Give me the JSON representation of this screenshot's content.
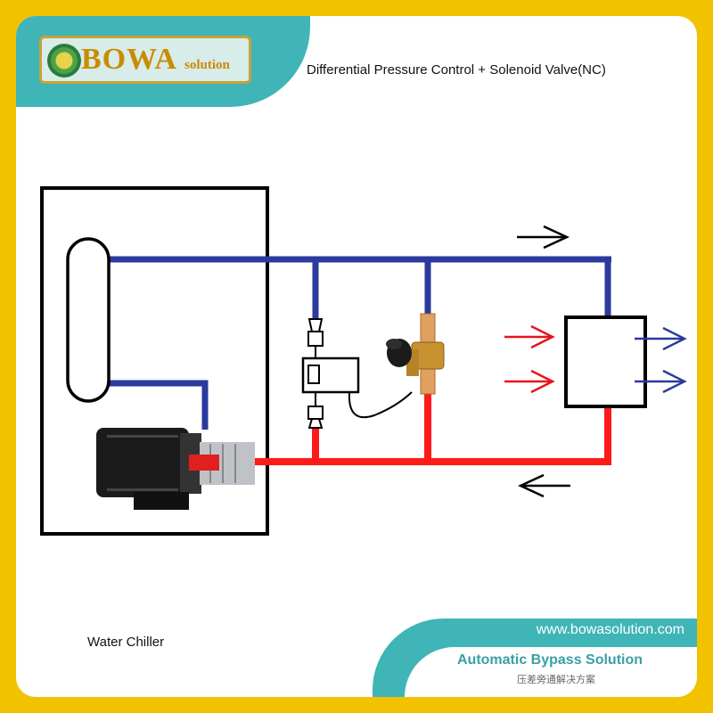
{
  "header": {
    "logo_brand": "BOWA",
    "logo_sub": "solution",
    "title": "Differential Pressure Control + Solenoid Valve(NC)"
  },
  "diagram": {
    "unit_label": "Water Chiller"
  },
  "footer": {
    "website": "www.bowasolution.com",
    "tagline": "Automatic Bypass Solution",
    "tagline_cn": "压差旁通解决方案"
  },
  "colors": {
    "frame": "#f2c200",
    "teal": "#3fb5b7",
    "supply_pipe": "#2b3a9e",
    "return_pipe": "#ff1a1a",
    "heat_in_arrow": "#e8141c",
    "heat_out_arrow": "#2b3a9e"
  }
}
